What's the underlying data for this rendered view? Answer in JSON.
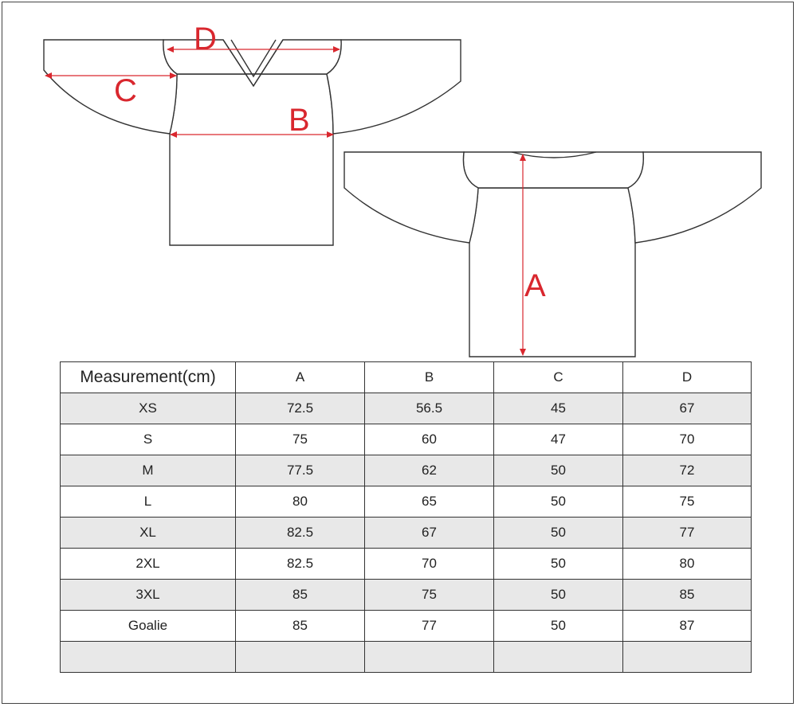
{
  "diagram": {
    "labels": {
      "A": "A",
      "B": "B",
      "C": "C",
      "D": "D"
    },
    "colors": {
      "outline": "#333333",
      "accent": "#d9272e"
    }
  },
  "table": {
    "headers": [
      "Measurement(cm)",
      "A",
      "B",
      "C",
      "D"
    ],
    "rows": [
      [
        "XS",
        "72.5",
        "56.5",
        "45",
        "67"
      ],
      [
        "S",
        "75",
        "60",
        "47",
        "70"
      ],
      [
        "M",
        "77.5",
        "62",
        "50",
        "72"
      ],
      [
        "L",
        "80",
        "65",
        "50",
        "75"
      ],
      [
        "XL",
        "82.5",
        "67",
        "50",
        "77"
      ],
      [
        "2XL",
        "82.5",
        "70",
        "50",
        "80"
      ],
      [
        "3XL",
        "85",
        "75",
        "50",
        "85"
      ],
      [
        "Goalie",
        "85",
        "77",
        "50",
        "87"
      ],
      [
        "",
        "",
        "",
        "",
        ""
      ]
    ]
  }
}
